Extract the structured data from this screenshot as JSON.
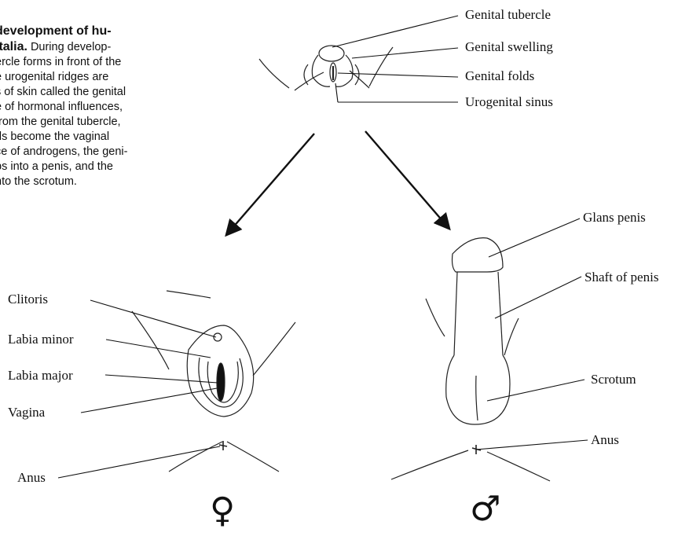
{
  "caption": {
    "heading_lines": [
      "development of hu-",
      "italia."
    ],
    "body_first": "During develop-",
    "body_lines": [
      "ercle forms in front of the",
      "e urogenital ridges are",
      "s of skin called the genital",
      "e of hormonal influences,",
      "from the genital tubercle,",
      "ds become the vaginal",
      "ce of androgens, the geni-",
      "ps into a penis, and the",
      "nto the scrotum."
    ]
  },
  "labels": {
    "undifferentiated": [
      "Genital tubercle",
      "Genital swelling",
      "Genital folds",
      "Urogenital sinus"
    ],
    "female": [
      "Clitoris",
      "Labia minor",
      "Labia major",
      "Vagina",
      "Anus"
    ],
    "male": [
      "Glans penis",
      "Shaft of penis",
      "Scrotum",
      "Anus"
    ]
  },
  "symbols": {
    "female": "♀",
    "male": "♂"
  }
}
